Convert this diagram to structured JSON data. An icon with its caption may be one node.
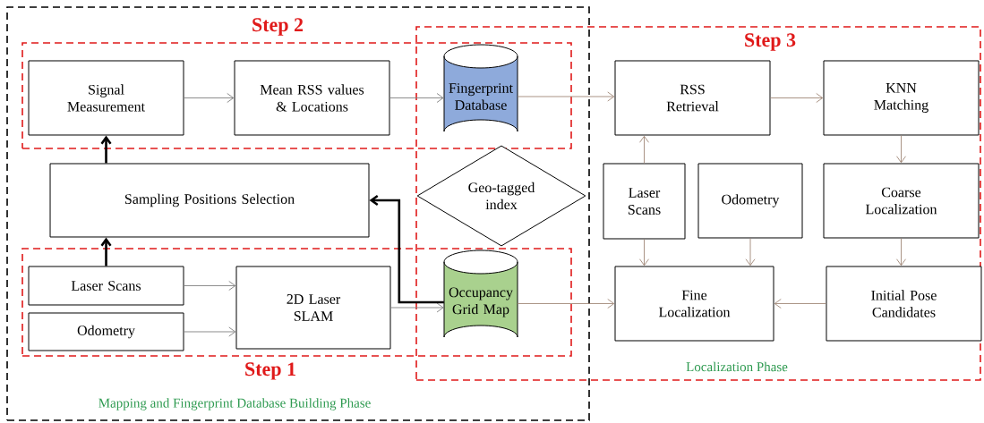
{
  "diagram": {
    "nodes": [
      {
        "text": [
          "Mapping and Fingerprint Database Building Phase"
        ]
      },
      {
        "text": [
          "Step 2"
        ],
        "in": 0
      },
      {
        "text": [
          "Signal Measurement"
        ],
        "in": 1
      },
      {
        "text": [
          "Mean RSS values & Locations"
        ],
        "in": 1
      },
      {
        "text": [
          "Fingerprint Database"
        ]
      },
      {
        "text": [
          "Sampling Positions Selection"
        ],
        "in": 0
      },
      {
        "text": [
          "Geo-tagged index"
        ]
      },
      {
        "text": [
          "Step 1"
        ],
        "in": 0
      },
      {
        "text": [
          "Laser Scans"
        ],
        "in": 7
      },
      {
        "text": [
          "Odometry"
        ],
        "in": 7
      },
      {
        "text": [
          "2D Laser SLAM"
        ],
        "in": 7
      },
      {
        "text": [
          "Occupancy Grid Map"
        ]
      },
      {
        "text": [
          "Step 3",
          "Localization Phase"
        ]
      },
      {
        "text": [
          "RSS Retrieval"
        ],
        "in": 12
      },
      {
        "text": [
          "KNN Matching"
        ],
        "in": 12
      },
      {
        "text": [
          "Laser Scans"
        ],
        "in": 12
      },
      {
        "text": [
          "Odometry"
        ],
        "in": 12
      },
      {
        "text": [
          "Coarse Localization"
        ],
        "in": 12
      },
      {
        "text": [
          "Fine Localization"
        ],
        "in": 12
      },
      {
        "text": [
          "Initial Pose Candidates"
        ],
        "in": 12
      }
    ],
    "edges": [
      {
        "from": 2,
        "to": 3,
        "arrow": "to",
        "color": "#808080"
      },
      {
        "from": 3,
        "to": 4,
        "arrow": "to",
        "color": "#808080"
      },
      {
        "from": 4,
        "to": 13,
        "arrow": "to"
      },
      {
        "from": 13,
        "to": 14,
        "arrow": "to"
      },
      {
        "from": 14,
        "to": 17,
        "arrow": "to"
      },
      {
        "from": 17,
        "to": 19,
        "arrow": "to"
      },
      {
        "from": 19,
        "to": 18,
        "arrow": "to"
      },
      {
        "from": 15,
        "to": 13,
        "arrow": "to"
      },
      {
        "from": 15,
        "to": 18,
        "arrow": "to"
      },
      {
        "from": 16,
        "to": 18,
        "arrow": "to"
      },
      {
        "from": 11,
        "to": 18,
        "arrow": "to"
      },
      {
        "from": 8,
        "to": 10,
        "arrow": "to",
        "color": "#808080"
      },
      {
        "from": 9,
        "to": 10,
        "arrow": "to",
        "color": "#808080"
      },
      {
        "from": 10,
        "to": 11,
        "arrow": "to",
        "color": "#808080"
      },
      {
        "from": 8,
        "to": 5,
        "arrow": "to",
        "style": "thick",
        "color": "#000000"
      },
      {
        "from": 5,
        "to": 2,
        "arrow": "to",
        "style": "thick",
        "color": "#000000"
      },
      {
        "from": 11,
        "to": 5,
        "arrow": "to",
        "style": "thick",
        "color": "#000000"
      }
    ]
  }
}
